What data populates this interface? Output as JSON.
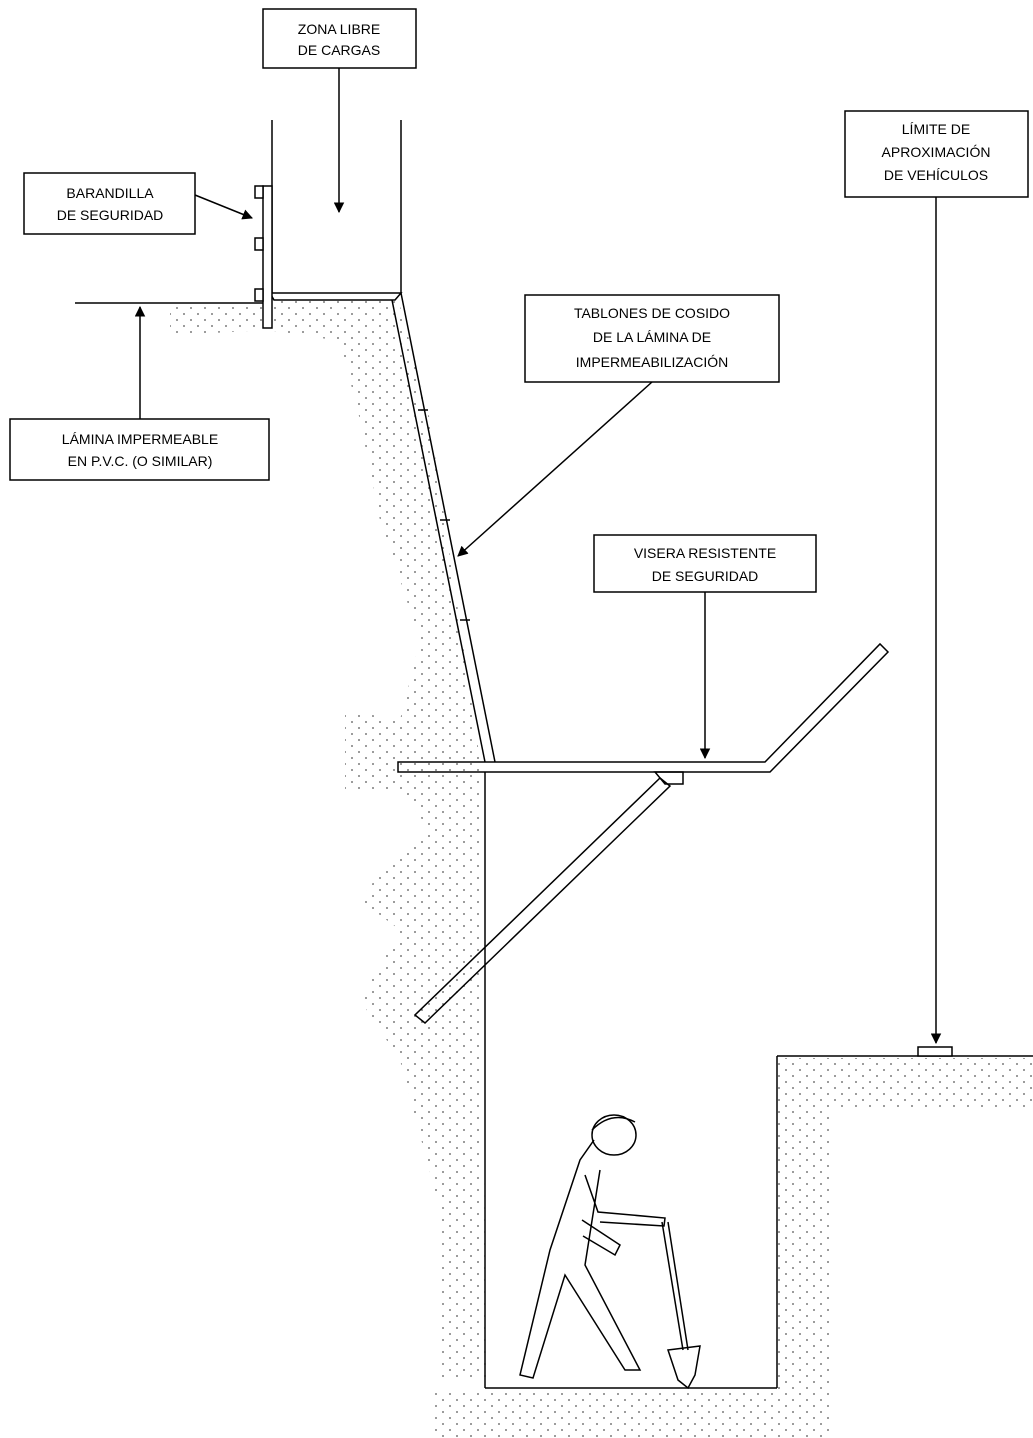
{
  "labels": {
    "zona_libre": [
      "ZONA LIBRE",
      "DE CARGAS"
    ],
    "barandilla": [
      "BARANDILLA",
      "DE SEGURIDAD"
    ],
    "lamina": [
      "LÁMINA IMPERMEABLE",
      "EN P.V.C. (O SIMILAR)"
    ],
    "tablones": [
      "TABLONES DE COSIDO",
      "DE LA LÁMINA DE",
      "IMPERMEABILIZACIÓN"
    ],
    "visera": [
      "VISERA RESISTENTE",
      "DE SEGURIDAD"
    ],
    "limite": [
      "LÍMITE DE",
      "APROXIMACIÓN",
      "DE VEHÍCULOS"
    ]
  },
  "colors": {
    "line": "#000000",
    "stipple": "#555555",
    "background": "#ffffff"
  }
}
